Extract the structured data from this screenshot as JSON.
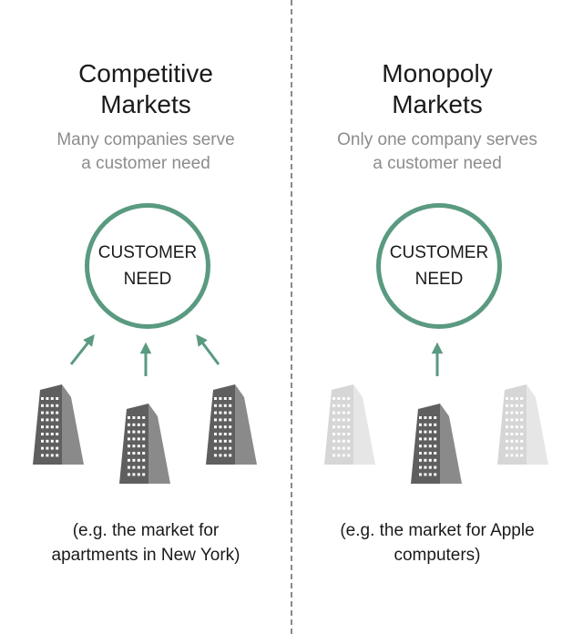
{
  "colors": {
    "accent": "#5a9a80",
    "building_active_front": "#5f5f5f",
    "building_active_side": "#8a8a8a",
    "building_faded_front": "#d6d6d6",
    "building_faded_side": "#e6e6e6",
    "divider": "#8a8a8a"
  },
  "competitive": {
    "title_line1": "Competitive",
    "title_line2": "Markets",
    "subtitle_line1": "Many companies serve",
    "subtitle_line2": "a customer need",
    "circle_line1": "CUSTOMER",
    "circle_line2": "NEED",
    "example_line1": "(e.g. the market for",
    "example_line2": "apartments in New York)"
  },
  "monopoly": {
    "title_line1": "Monopoly",
    "title_line2": "Markets",
    "subtitle_line1": "Only one company serves",
    "subtitle_line2": "a customer need",
    "circle_line1": "CUSTOMER",
    "circle_line2": "NEED",
    "example_line1": "(e.g. the market for Apple",
    "example_line2": "computers)"
  }
}
